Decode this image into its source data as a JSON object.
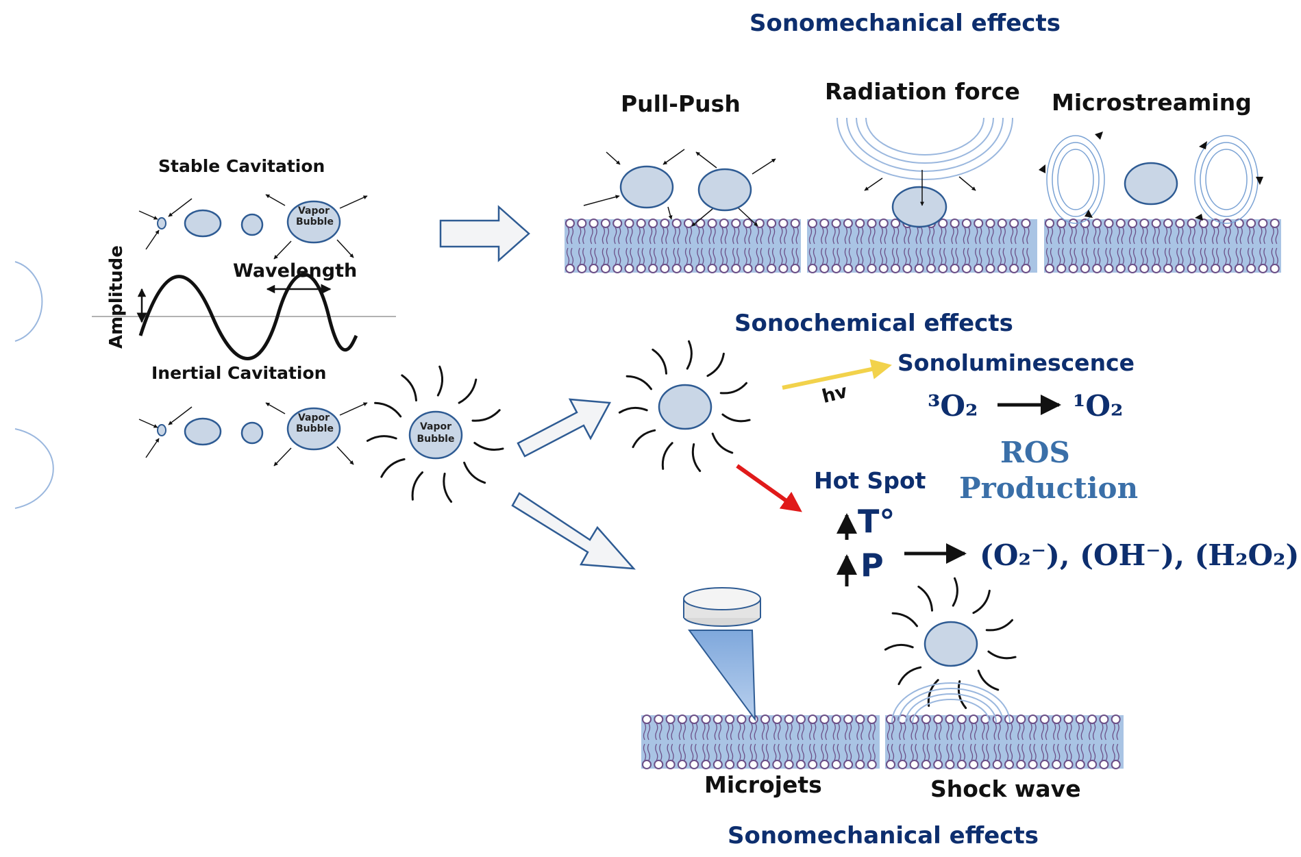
{
  "headings": {
    "top": "Sonomechanical effects",
    "middle": "Sonochemical effects",
    "bottom": "Sonomechanical effects"
  },
  "left": {
    "stable": "Stable Cavitation",
    "inertial": "Inertial Cavitation",
    "wavelength": "Wavelength",
    "amplitude": "Amplitude",
    "vapor_line1": "Vapor",
    "vapor_line2": "Bubble"
  },
  "mechanisms": {
    "pull_push": "Pull-Push",
    "radiation": "Radiation force",
    "microstreaming": "Microstreaming",
    "microjets": "Microjets",
    "shockwave": "Shock wave"
  },
  "chemistry": {
    "sonoluminescence": "Sonoluminescence",
    "hv": "hv",
    "triplet": "³O₂",
    "singlet": "¹O₂",
    "ros_line1": "ROS",
    "ros_line2": "Production",
    "hotspot": "Hot Spot",
    "temp": "T°",
    "pressure": "P",
    "species": "(O₂⁻), (OH⁻), (H₂O₂)"
  },
  "colors": {
    "heading": "#0d2e6e",
    "bubble_fill": "#c9d6e6",
    "bubble_stroke": "#2e5b93",
    "membrane": "#a9c4e4",
    "lipid_head": "#6b4f87",
    "hv_arrow": "#f2d24b",
    "hot_arrow": "#e01a1a"
  }
}
